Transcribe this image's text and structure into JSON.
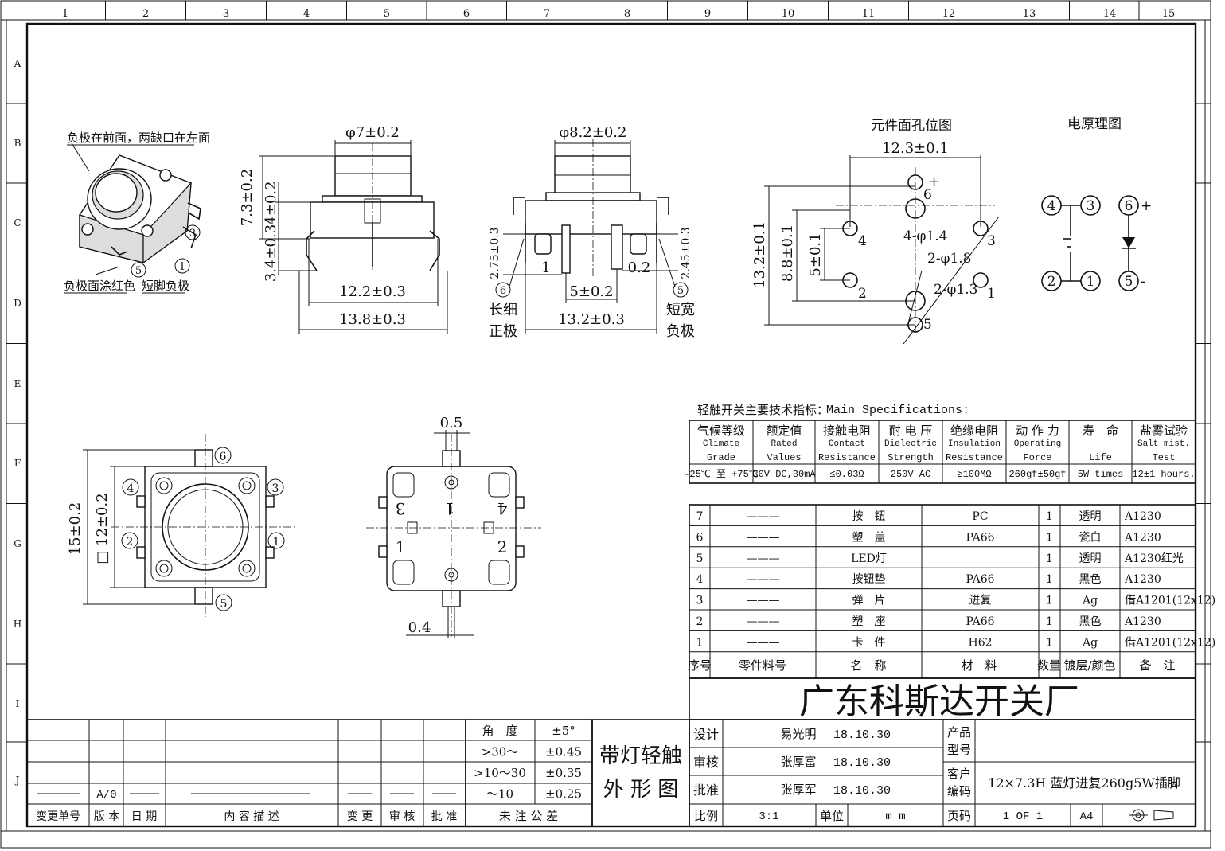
{
  "grid": {
    "cols": [
      "1",
      "2",
      "3",
      "4",
      "5",
      "6",
      "7",
      "8",
      "9",
      "10",
      "11",
      "12",
      "13",
      "14",
      "15"
    ],
    "rows": [
      "A",
      "B",
      "C",
      "D",
      "E",
      "F",
      "G",
      "H",
      "I",
      "J"
    ]
  },
  "iso_view": {
    "top_note": "负极在前面，两缺口在左面",
    "bottom_note_left": "负极面涂红色",
    "bottom_note_right": "短脚负极",
    "pin3": "3",
    "pin1": "1",
    "pin5": "5"
  },
  "front_view": {
    "diam": "φ7±0.2",
    "height_total": "7.3±0.2",
    "height_body": "4±0.2",
    "pin_len": "3.4±0.3",
    "width_body": "12.2±0.3",
    "width_pins": "13.8±0.3"
  },
  "side_view": {
    "diam": "φ8.2±0.2",
    "left_pin": "2.75±0.3",
    "right_pin": "2.45±0.3",
    "lbl_1": "1",
    "lbl_02": "0.2",
    "pitch": "5±0.2",
    "width": "13.2±0.3",
    "pin6": "6",
    "pin6_note_a": "长细",
    "pin6_note_b": "正极",
    "pin5": "5",
    "pin5_note_a": "短宽",
    "pin5_note_b": "负极"
  },
  "pcb_layout": {
    "title": "元件面孔位图",
    "width": "12.3±0.1",
    "height_outer": "13.2±0.1",
    "height_mid": "8.8±0.1",
    "height_inner": "5±0.1",
    "hole_4": "4-φ1.4",
    "hole_2a": "2-φ1.8",
    "hole_2b": "2-φ1.3",
    "plus": "+",
    "n6": "6",
    "n4": "4",
    "n3": "3",
    "n2": "2",
    "n1": "1",
    "n5": "5"
  },
  "schematic": {
    "title": "电原理图",
    "n4": "4",
    "n3": "3",
    "n6": "6",
    "n2": "2",
    "n1": "1",
    "n5": "5",
    "plus": "+",
    "minus": "-"
  },
  "top_view": {
    "outer": "15±0.2",
    "inner": "□ 12±0.2",
    "n6": "6",
    "n4": "4",
    "n3": "3",
    "n2": "2",
    "n1": "1",
    "n5": "5"
  },
  "bottom_view": {
    "top_dim": "0.5",
    "bottom_dim": "0.4",
    "l1": "1",
    "l3": "3",
    "l4": "4",
    "l1b": "1",
    "l2": "2"
  },
  "specs": {
    "heading_cn": "轻触开关主要技术指标：",
    "heading_en": "Main Specifications:",
    "columns": [
      {
        "cn": "气候等级",
        "en": "Climate",
        "en2": "Grade",
        "value": "-25℃ 至 +75℃"
      },
      {
        "cn": "额定值",
        "en": "Rated",
        "en2": "Values",
        "value": "30V DC,30mA"
      },
      {
        "cn": "接触电阻",
        "en": "Contact",
        "en2": "Resistance",
        "value": "≤0.03Ω"
      },
      {
        "cn": "耐 电 压",
        "en": "Dielectric",
        "en2": "Strength",
        "value": "250V AC"
      },
      {
        "cn": "绝缘电阻",
        "en": "Insulation",
        "en2": "Resistance",
        "value": "≥100MΩ"
      },
      {
        "cn": "动 作 力",
        "en": "Operating",
        "en2": "Force",
        "value": "260gf±50gf"
      },
      {
        "cn": "寿　命",
        "en": "",
        "en2": "Life",
        "value": "5W times"
      },
      {
        "cn": "盐雾试验",
        "en": "Salt mist.",
        "en2": "Test",
        "value": "12±1 hours."
      }
    ]
  },
  "bom": {
    "rows": [
      {
        "no": "7",
        "part": "———",
        "name": "按　钮",
        "material": "PC",
        "qty": "1",
        "finish": "透明",
        "remark": "A1230"
      },
      {
        "no": "6",
        "part": "———",
        "name": "塑　盖",
        "material": "PA66",
        "qty": "1",
        "finish": "瓷白",
        "remark": "A1230"
      },
      {
        "no": "5",
        "part": "———",
        "name": "LED灯",
        "material": "",
        "qty": "1",
        "finish": "透明",
        "remark": "A1230红光"
      },
      {
        "no": "4",
        "part": "———",
        "name": "按钮垫",
        "material": "PA66",
        "qty": "1",
        "finish": "黑色",
        "remark": "A1230"
      },
      {
        "no": "3",
        "part": "———",
        "name": "弹　片",
        "material": "进复",
        "qty": "1",
        "finish": "Ag",
        "remark": "借A1201(12x12)"
      },
      {
        "no": "2",
        "part": "———",
        "name": "塑　座",
        "material": "PA66",
        "qty": "1",
        "finish": "黑色",
        "remark": "A1230"
      },
      {
        "no": "1",
        "part": "———",
        "name": "卡　件",
        "material": "H62",
        "qty": "1",
        "finish": "Ag",
        "remark": "借A1201(12x12)"
      }
    ],
    "header": {
      "no": "序号",
      "part": "零件料号",
      "name": "名　称",
      "material": "材　料",
      "qty": "数量",
      "finish": "镀层/颜色",
      "remark": "备　注"
    }
  },
  "company": "广东科斯达开关厂",
  "title_block": {
    "design_lbl": "设计",
    "design_name": "易光明",
    "design_date": "18.10.30",
    "check_lbl": "审核",
    "check_name": "张厚富",
    "check_date": "18.10.30",
    "approve_lbl": "批准",
    "approve_name": "张厚军",
    "approve_date": "18.10.30",
    "product_lbl_a": "产品",
    "product_lbl_b": "型号",
    "customer_lbl_a": "客户",
    "customer_lbl_b": "编码",
    "product_desc": "12×7.3H 蓝灯进复260g5W插脚",
    "scale_lbl": "比例",
    "scale": "3:1",
    "unit_lbl": "单位",
    "unit": "m m",
    "page_lbl": "页码",
    "page": "1 OF 1",
    "size": "A4",
    "drawing_title_a": "带灯轻触",
    "drawing_title_b": "外 形 图"
  },
  "tolerance": {
    "rows": [
      {
        "range": "角　度",
        "tol": "±5°"
      },
      {
        "range": ">30～",
        "tol": "±0.45"
      },
      {
        "range": ">10～30",
        "tol": "±0.35"
      },
      {
        "range": "～10",
        "tol": "±0.25"
      }
    ],
    "footer": "未 注 公 差"
  },
  "revision": {
    "version": "A/0",
    "headers": [
      "变更单号",
      "版 本",
      "日 期",
      "内 容 描 述",
      "变 更",
      "审 核",
      "批 准"
    ]
  }
}
